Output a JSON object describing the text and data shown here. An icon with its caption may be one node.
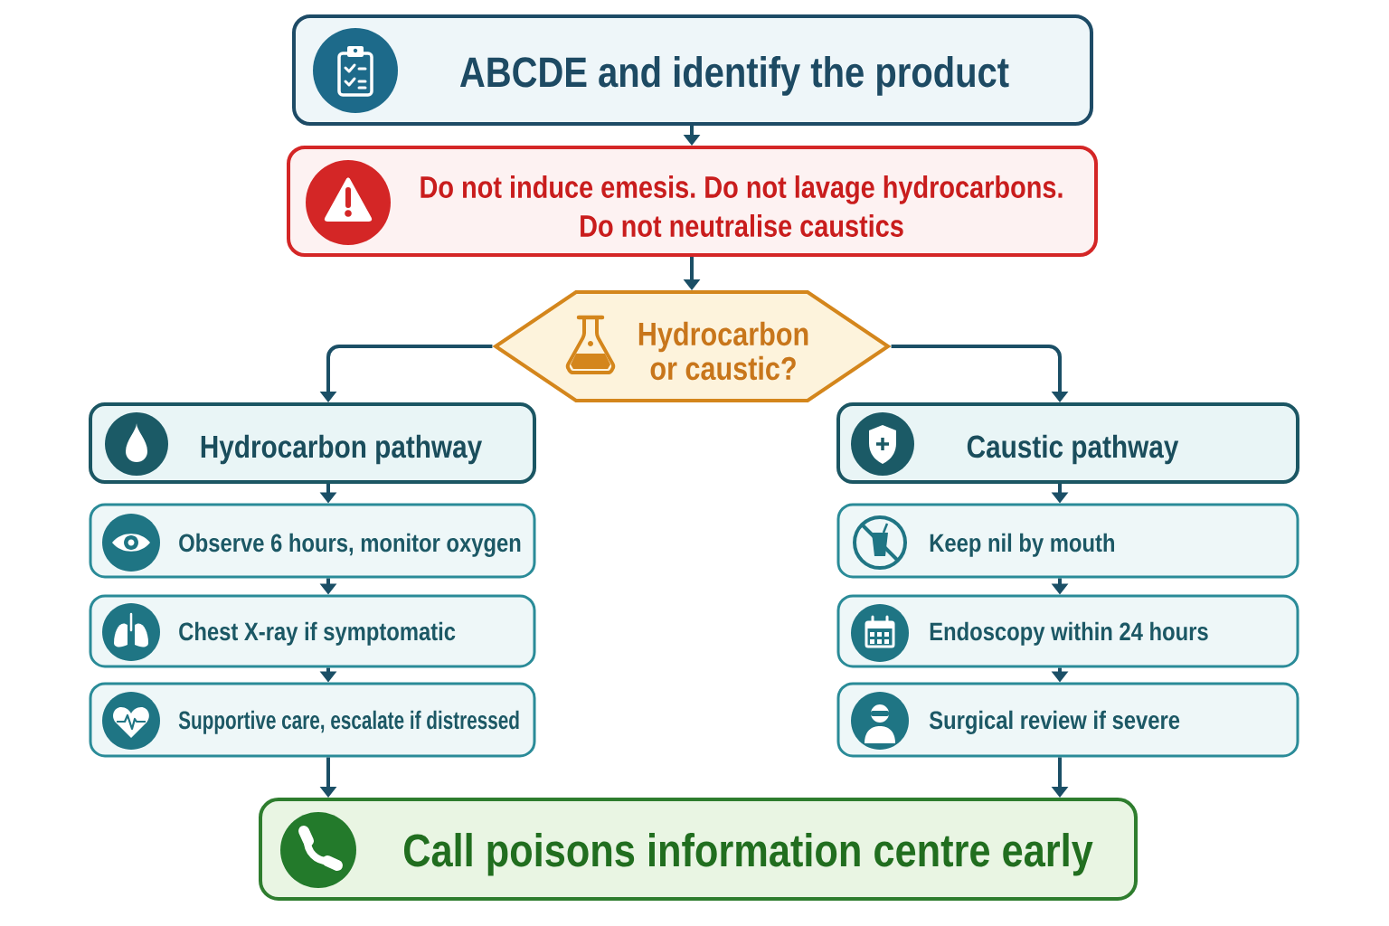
{
  "diagram": {
    "nodes": [
      {
        "text": [
          "ABCDE and identify the product"
        ]
      },
      {
        "text": [
          "Do not induce emesis. Do not lavage hydrocarbons. Do not neutralise caustics"
        ]
      },
      {
        "text": [
          "Hydrocarbon or caustic?"
        ]
      },
      {
        "text": [
          "Hydrocarbon pathway"
        ]
      },
      {
        "text": [
          "Observe 6 hours, monitor oxygen"
        ]
      },
      {
        "text": [
          "Chest X-ray if symptomatic"
        ]
      },
      {
        "text": [
          "Supportive care, escalate if distressed"
        ]
      },
      {
        "text": [
          "Caustic pathway"
        ]
      },
      {
        "text": [
          "Keep nil by mouth"
        ]
      },
      {
        "text": [
          "Endoscopy within 24 hours"
        ]
      },
      {
        "text": [
          "Surgical review if severe"
        ]
      },
      {
        "text": [
          "Call poisons information centre early"
        ]
      }
    ],
    "edges": [
      {
        "from": 0,
        "to": 1,
        "arrow": "to"
      },
      {
        "from": 1,
        "to": 2,
        "arrow": "to"
      },
      {
        "from": 2,
        "to": 3,
        "arrow": "to"
      },
      {
        "from": 2,
        "to": 7,
        "arrow": "to"
      },
      {
        "from": 3,
        "to": 4,
        "arrow": "to"
      },
      {
        "from": 4,
        "to": 5,
        "arrow": "to"
      },
      {
        "from": 5,
        "to": 6,
        "arrow": "to"
      },
      {
        "from": 7,
        "to": 8,
        "arrow": "to"
      },
      {
        "from": 8,
        "to": 9,
        "arrow": "to"
      },
      {
        "from": 9,
        "to": 10,
        "arrow": "to"
      },
      {
        "from": 6,
        "to": 11,
        "arrow": "to"
      },
      {
        "from": 10,
        "to": 11,
        "arrow": "to"
      }
    ]
  }
}
